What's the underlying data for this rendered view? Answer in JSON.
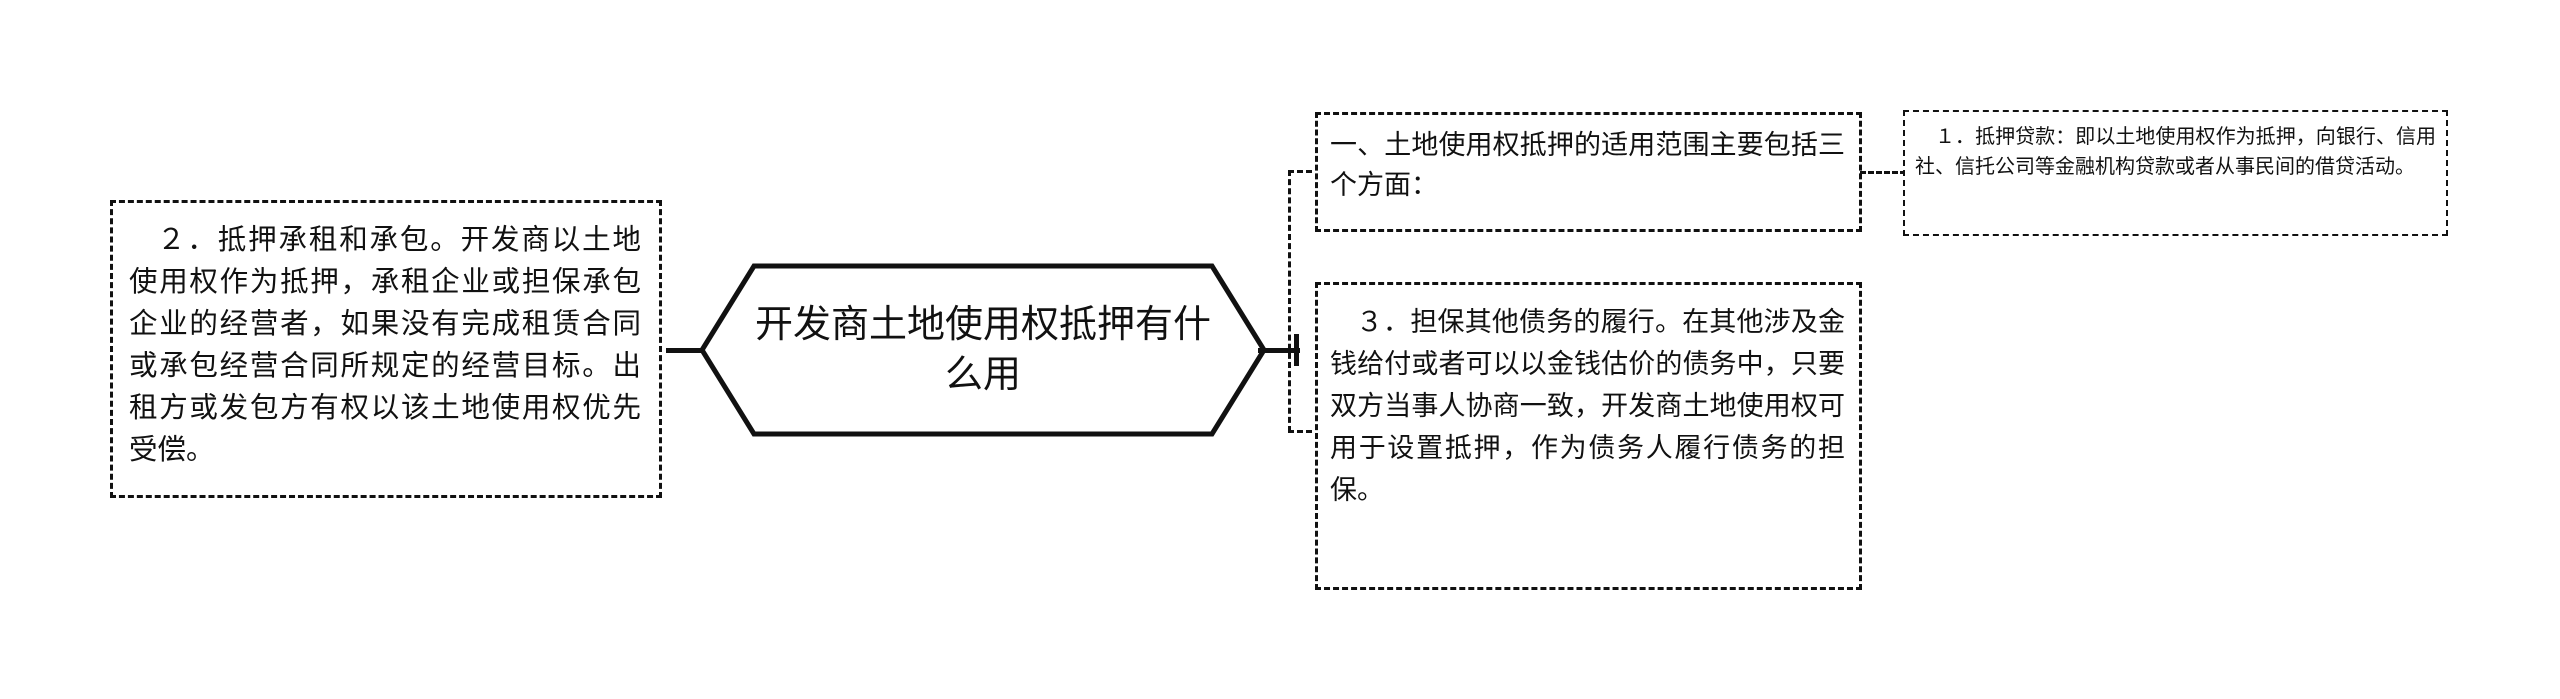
{
  "diagram": {
    "type": "mind-map",
    "background_color": "#ffffff",
    "line_color": "#111111",
    "text_color": "#111111"
  },
  "center": {
    "label": "开发商土地使用权抵押有什么用",
    "shape": "hexagon",
    "border_style": "solid"
  },
  "branches": {
    "left": {
      "label": "２．抵押承租和承包。开发商以土地使用权作为抵押，承租企业或担保承包企业的经营者，如果没有完成租赁合同或承包经营合同所规定的经营目标。出租方或发包方有权以该土地使用权优先受偿。",
      "shape": "rectangle",
      "border_style": "dashed"
    },
    "right_top": {
      "label": "一、土地使用权抵押的适用范围主要包括三个方面：",
      "shape": "rectangle",
      "border_style": "dashed"
    },
    "right_top_child": {
      "label": "１．抵押贷款：即以土地使用权作为抵押，向银行、信用社、信托公司等金融机构贷款或者从事民间的借贷活动。",
      "shape": "rectangle",
      "border_style": "dashed"
    },
    "right_bottom": {
      "label": "３．担保其他债务的履行。在其他涉及金钱给付或者可以以金钱估价的债务中，只要双方当事人协商一致，开发商土地使用权可用于设置抵押，作为债务人履行债务的担保。",
      "shape": "rectangle",
      "border_style": "dashed"
    }
  },
  "connectors": {
    "left_to_center": "solid-line",
    "center_to_right_bracket": "solid-line",
    "right_bracket": "dashed-line",
    "right_top_to_child": "dashed-line"
  }
}
